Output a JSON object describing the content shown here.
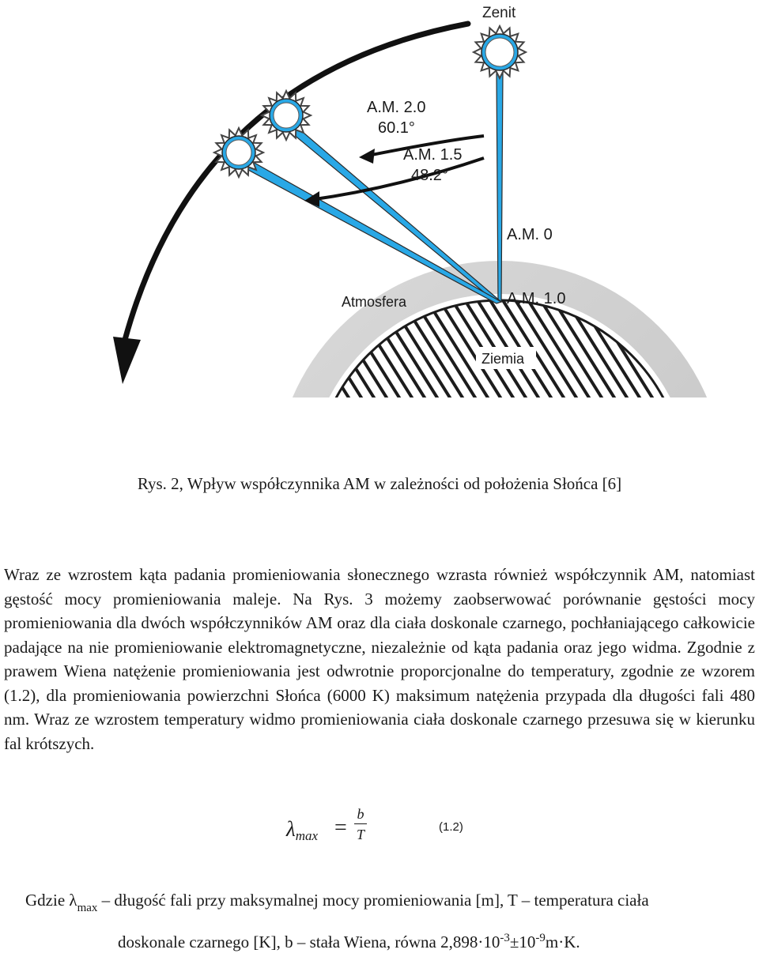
{
  "diagram": {
    "labels": {
      "zenith": "Zenit",
      "am20": "A.M. 2.0",
      "am20_angle": "60.1°",
      "am15": "A.M. 1.5",
      "am15_angle": "48.2°",
      "am0": "A.M. 0",
      "am10": "A.M. 1.0",
      "atmosphere": "Atmosfera",
      "earth": "Ziemia"
    },
    "colors": {
      "beam": "#29a8e6",
      "atmosphere": "#d2d2d2",
      "earth_hatch": "#1c1c1c",
      "sun_rays": "#444444"
    },
    "icons": [
      "sun-icon",
      "curved-arrow-icon",
      "arrow-icon"
    ]
  },
  "caption": "Rys. 2, Wpływ współczynnika AM w zależności od położenia Słońca [6]",
  "paragraph": "Wraz ze wzrostem kąta padania promieniowania słonecznego wzrasta również współczynnik AM, natomiast gęstość mocy promieniowania maleje. Na Rys. 3 możemy zaobserwować porównanie gęstości mocy promieniowania dla dwóch współczynników AM oraz dla ciała doskonale czarnego, pochłaniającego całkowicie padające na nie promieniowanie elektromagnetyczne, niezależnie od kąta padania oraz jego widma. Zgodnie z prawem Wiena natężenie promieniowania jest odwrotnie proporcjonalne do temperatury, zgodnie ze wzorem (1.2), dla promieniowania powierzchni Słońca (6000 K) maksimum natężenia przypada dla długości fali 480 nm. Wraz ze wzrostem temperatury widmo promieniowania ciała doskonale czarnego przesuwa się w kierunku fal krótszych.",
  "formula": {
    "lambda": "λ",
    "subscript": "max",
    "equals": "=",
    "numerator": "b",
    "denominator": "T",
    "number": "(1.2)"
  },
  "definition": {
    "prefix": "Gdzie λ",
    "lambda_subscript": "max",
    "line1_rest": " – długość fali przy maksymalnej mocy promieniowania [m], T – temperatura ciała",
    "line2_start": "doskonale czarnego [K], b – stała Wiena, równa 2,898·10",
    "exp1": "-3",
    "mid": "±10",
    "exp2": "-9",
    "end": "m·K."
  }
}
